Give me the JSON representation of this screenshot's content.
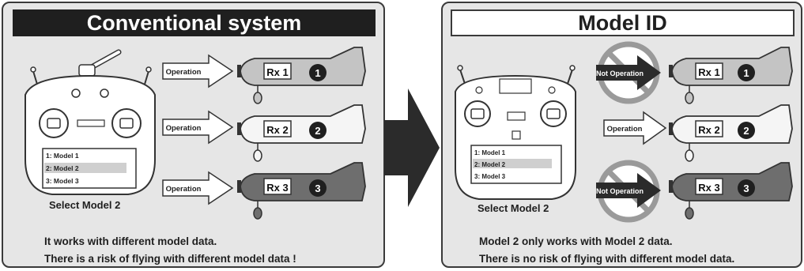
{
  "left": {
    "title": "Conventional system",
    "operation_labels": [
      "Operation",
      "Operation",
      "Operation"
    ],
    "receivers": [
      "Rx 1",
      "Rx 2",
      "Rx 3"
    ],
    "numbers": [
      "1",
      "2",
      "3"
    ],
    "models": [
      "1: Model 1",
      "2: Model 2",
      "3: Model 3"
    ],
    "caption": "Select Model 2",
    "note_line1": "It works with different model data.",
    "note_line2": "There is a risk of flying with different model data !"
  },
  "right": {
    "title": "Model ID",
    "operation_labels": [
      "Not Operation",
      "Operation",
      "Not Operation"
    ],
    "receivers": [
      "Rx 1",
      "Rx 2",
      "Rx 3"
    ],
    "numbers": [
      "1",
      "2",
      "3"
    ],
    "models": [
      "1: Model 1",
      "2: Model 2",
      "3: Model 3"
    ],
    "caption": "Select Model 2",
    "note_line1": "Model 2 only works with Model 2 data.",
    "note_line2": "There is no risk of flying with different model data."
  },
  "colors": {
    "panel_bg": "#e6e6e6",
    "plane_light": "#c4c4c4",
    "plane_white": "#f5f5f5",
    "plane_dark": "#6e6e6e",
    "prohibit": "#9a9a9a",
    "arrow": "#2b2b2b"
  }
}
